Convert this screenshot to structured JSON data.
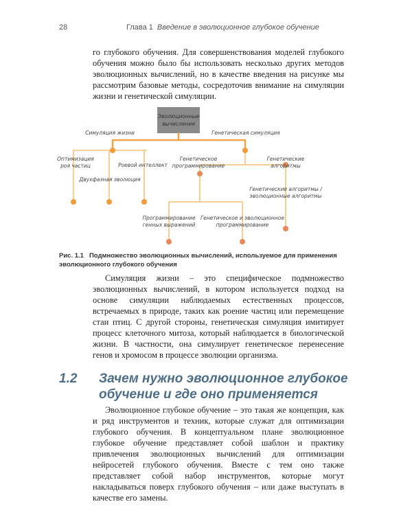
{
  "header": {
    "page_number": "28",
    "chapter": "Глава 1",
    "chapter_title": "Введение в эволюционное глубокое обучение"
  },
  "paragraphs": {
    "p1": "го глубокого обучения. Для совершенствования моделей глубокого обучения можно было бы использовать несколько других методов эволюционных вычислений, но в качестве введения на рисунке мы рассмотрим базовые методы, сосредоточив внимание на симуляции жизни и генетической симуляции.",
    "p2": "Симуляция жизни – это специфическое подмножество эволюционных вычислений, в котором используется подход на основе симуляции наблюдаемых естественных процессов, встречаемых в природе, таких как роение частиц или перемещение стаи птиц. С другой стороны, генетическая симуляция имитирует процесс клеточного митоза, который наблюдается в биологической жизни. В частности, она симулирует генетическое перенесение генов и хромосом в процессе эволюции организма.",
    "p3": "Эволюционное глубокое обучение – это такая же концепция, как и ряд инструментов и техник, которые служат для оптимизации глубокого обучения. В концептуальном плане эволюционное глубокое обучение представляет собой шаблон и практику привлечения эволюционных вычислений для оптимизации нейросетей глубокого обучения. Вместе с тем оно также представляет собой набор инструментов, которые могут накладываться поверх глубокого обучения – или даже выступать в качестве его замены."
  },
  "figure": {
    "nodes": {
      "root_line1": "Эволюционные",
      "root_line2": "вычисления",
      "life": "Симуляция жизни",
      "genetic": "Генетическая симуляция",
      "pso_line1": "Оптимизация",
      "pso_line2": "роя частиц",
      "swarm": "Роевой интеллект",
      "biphasic": "Двухфазная эволюция",
      "gp_line1": "Генетическое",
      "gp_line2": "программирование",
      "ga_line1": "Генетические",
      "ga_line2": "алгоритмы",
      "gaea_line1": "Генетические алгоритмы /",
      "gaea_line2": "эволюционные алгоритмы",
      "gep_line1": "Программирование",
      "gep_line2": "генных выражений",
      "gep2_line1": "Генетическое и эволюционное",
      "gep2_line2": "программирование"
    },
    "colors": {
      "root_box": "#8a8a8a",
      "line_orange": "#f0a548",
      "line_light": "#f5c98a",
      "dot_orange": "#f29b3a",
      "dot_red": "#e68a5a"
    },
    "caption_label": "Рис. 1.1",
    "caption_text": "Подмножество эволюционных вычислений, используемое для применения эволюционного глубокого обучения"
  },
  "section": {
    "number": "1.2",
    "title": "Зачем нужно эволюционное глубокое обучение и где оно применяется"
  }
}
